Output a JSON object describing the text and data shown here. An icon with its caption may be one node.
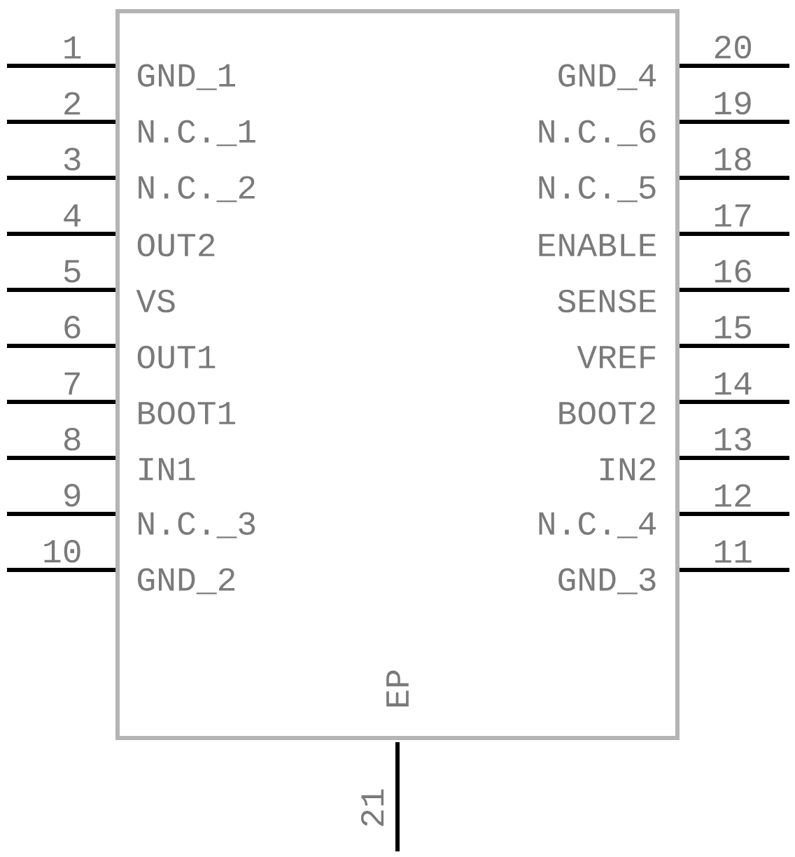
{
  "diagram": {
    "nodes": [
      {
        "text": [
          "GND_1",
          "GND_4",
          "N.C._1",
          "N.C._6",
          "N.C._2",
          "N.C._5",
          "OUT2",
          "ENABLE",
          "VS",
          "SENSE",
          "OUT1",
          "VREF",
          "BOOT1",
          "BOOT2",
          "IN1",
          "IN2",
          "N.C._3",
          "N.C._4",
          "GND_2",
          "GND_3",
          "EP"
        ]
      }
    ],
    "labels": [
      "1",
      "20",
      "2",
      "19",
      "3",
      "18",
      "4",
      "17",
      "5",
      "16",
      "6",
      "15",
      "7",
      "14",
      "8",
      "13",
      "9",
      "12",
      "10",
      "11",
      "21"
    ]
  }
}
